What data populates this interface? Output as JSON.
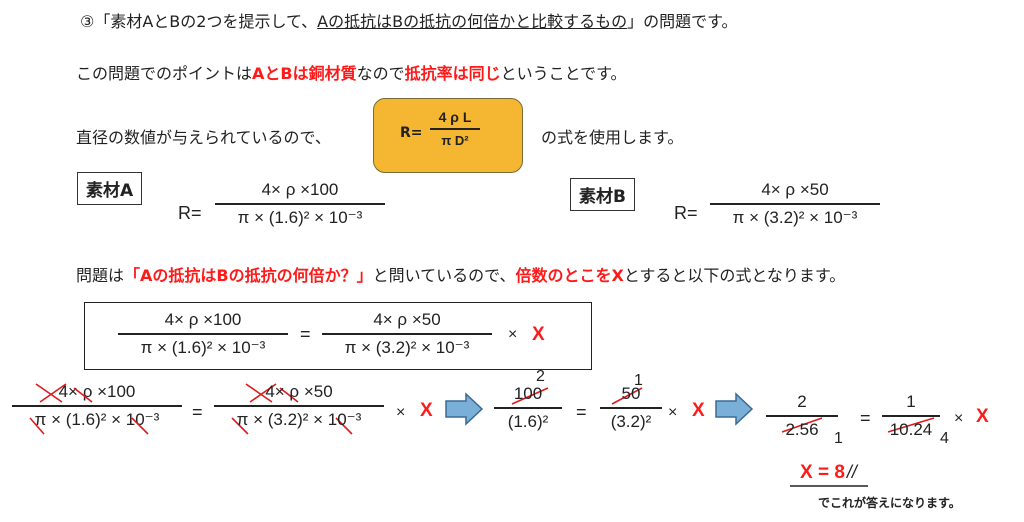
{
  "line1": {
    "prefix": "③「素材AとBの2つを提示して、",
    "underlined": "Aの抵抗はBの抵抗の何倍かと比較するもの",
    "suffix": "」の問題です。"
  },
  "line2": {
    "t1": "この問題でのポイントは",
    "r1": "AとBは銅材質",
    "t2": "なので",
    "r2": "抵抗率は同じ",
    "t3": "ということです。"
  },
  "line3": {
    "t1": "直径の数値が与えられているので、",
    "t2": "の式を使用します。"
  },
  "formula_box": {
    "lhs": "R=",
    "num": "4 ρ L",
    "den": "π D²"
  },
  "material_a": {
    "label": "素材A",
    "lhs": "R=",
    "num": "4× ρ ×100",
    "den": "π × (1.6)² × 10⁻³"
  },
  "material_b": {
    "label": "素材B",
    "lhs": "R=",
    "num": "4× ρ ×50",
    "den": "π × (3.2)² × 10⁻³"
  },
  "line4": {
    "t1": "問題は",
    "r1": "「Aの抵抗はBの抵抗の何倍か？」",
    "t2": "と問いているので、",
    "r2": "倍数のとこをX",
    "t3": "とすると以下の式となります。"
  },
  "equation": {
    "lnum": "4× ρ ×100",
    "lden": "π × (1.6)² × 10⁻³",
    "eq": "=",
    "rnum": "4× ρ ×50",
    "rden": "π × (3.2)² × 10⁻³",
    "times": "×",
    "x": "X"
  },
  "steps": {
    "s1": {
      "lnum": "4× ρ ×100",
      "lden": "π × (1.6)² × 10⁻³",
      "rnum": "4× ρ ×50",
      "rden": "π × (3.2)² × 10⁻³"
    },
    "s2": {
      "lnum": "100",
      "lnum_note": "2",
      "lden": "(1.6)²",
      "rnum": "50",
      "rnum_note": "1",
      "rden": "(3.2)²"
    },
    "s3": {
      "lnum": "2",
      "lden": "2.56",
      "lden_note": "1",
      "rnum": "1",
      "rden": "10.24",
      "rden_note": "4"
    },
    "eq": "=",
    "times": "×",
    "x": "X"
  },
  "answer": {
    "text": "X = 8",
    "mark": "//",
    "caption": "でこれが答えになります。"
  },
  "colors": {
    "accent": "#ff1a1a",
    "box_fill": "#f5b731",
    "arrow_fill": "#7ab0d8"
  }
}
